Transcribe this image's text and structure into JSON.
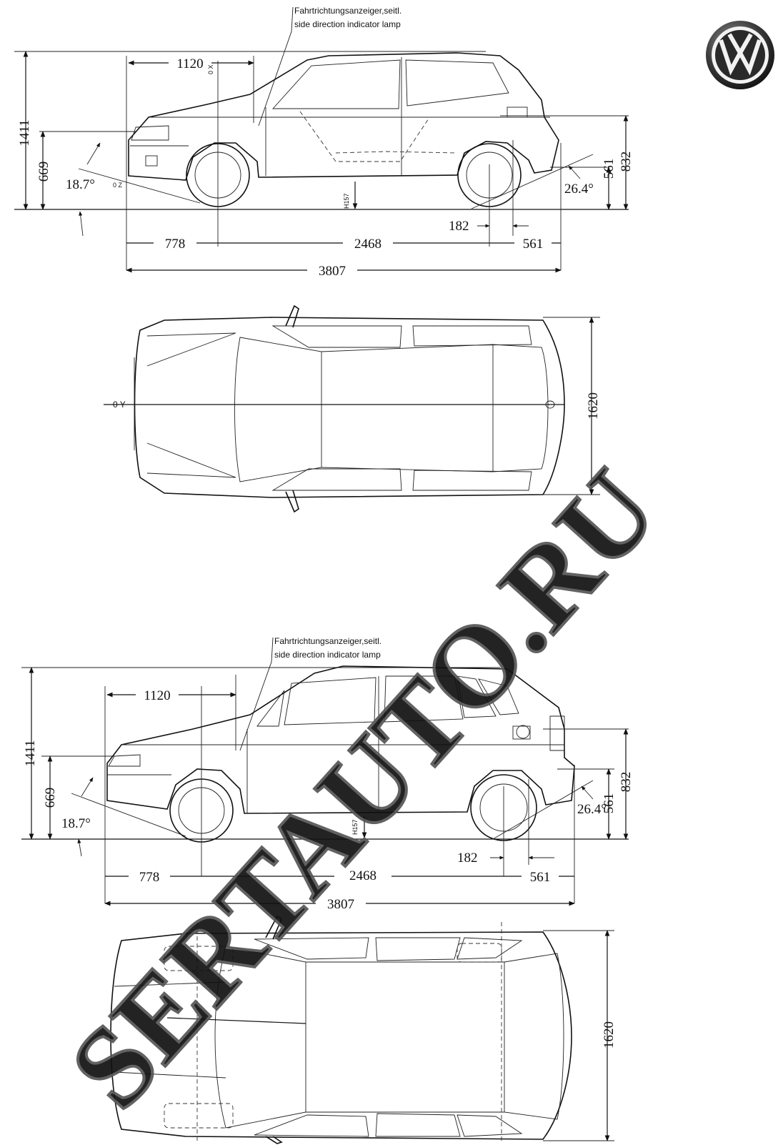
{
  "annotation": {
    "line_de": "Fahrtrichtungsanzeiger,seitl.",
    "line_en": "side direction indicator lamp"
  },
  "dimensions": {
    "height_total": "1411",
    "front_overhang_top": "1120",
    "front_bumper_height": "669",
    "approach_angle": "18.7°",
    "departure_angle": "26.4°",
    "rear_height_a": "561",
    "rear_height_b": "832",
    "ground_clearance": "H157",
    "rear_offset": "182",
    "rear_overhang_low": "561",
    "front_overhang": "778",
    "wheelbase": "2468",
    "length": "3807",
    "width": "1620"
  },
  "axis_labels": {
    "x": "0 X",
    "y": "0 Y",
    "z": "0 Z"
  },
  "watermark": "SERTAUTO.RU",
  "brand": {
    "logo": "volkswagen-logo",
    "logo_color": "#1a1a1a"
  }
}
